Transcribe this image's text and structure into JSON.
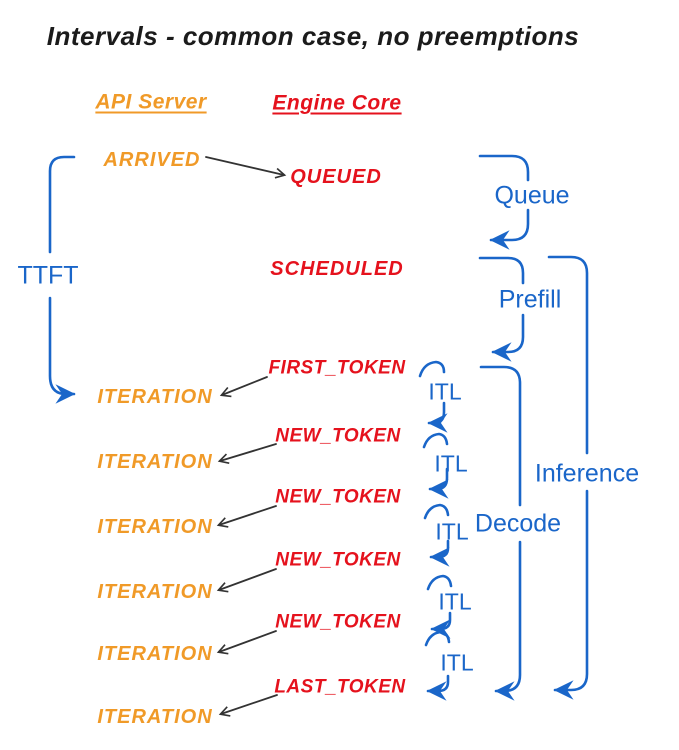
{
  "title": "Intervals - common case, no preemptions",
  "colors": {
    "api_server": "#F09A28",
    "engine_core": "#E5121D",
    "interval_blue": "#1A66C9",
    "connector_black": "#333333",
    "background": "#FFFFFF"
  },
  "columns": {
    "api_server": "API Server",
    "engine_core": "Engine Core"
  },
  "api_events": {
    "arrived": "ARRIVED",
    "iterations": [
      "ITERATION",
      "ITERATION",
      "ITERATION",
      "ITERATION",
      "ITERATION",
      "ITERATION"
    ]
  },
  "engine_events": {
    "queued": "QUEUED",
    "scheduled": "SCHEDULED",
    "tokens": [
      "FIRST_TOKEN",
      "NEW_TOKEN",
      "NEW_TOKEN",
      "NEW_TOKEN",
      "NEW_TOKEN",
      "LAST_TOKEN"
    ]
  },
  "intervals": {
    "ttft": "TTFT",
    "queue": "Queue",
    "prefill": "Prefill",
    "decode": "Decode",
    "inference": "Inference",
    "itl": [
      "ITL",
      "ITL",
      "ITL",
      "ITL",
      "ITL"
    ]
  }
}
